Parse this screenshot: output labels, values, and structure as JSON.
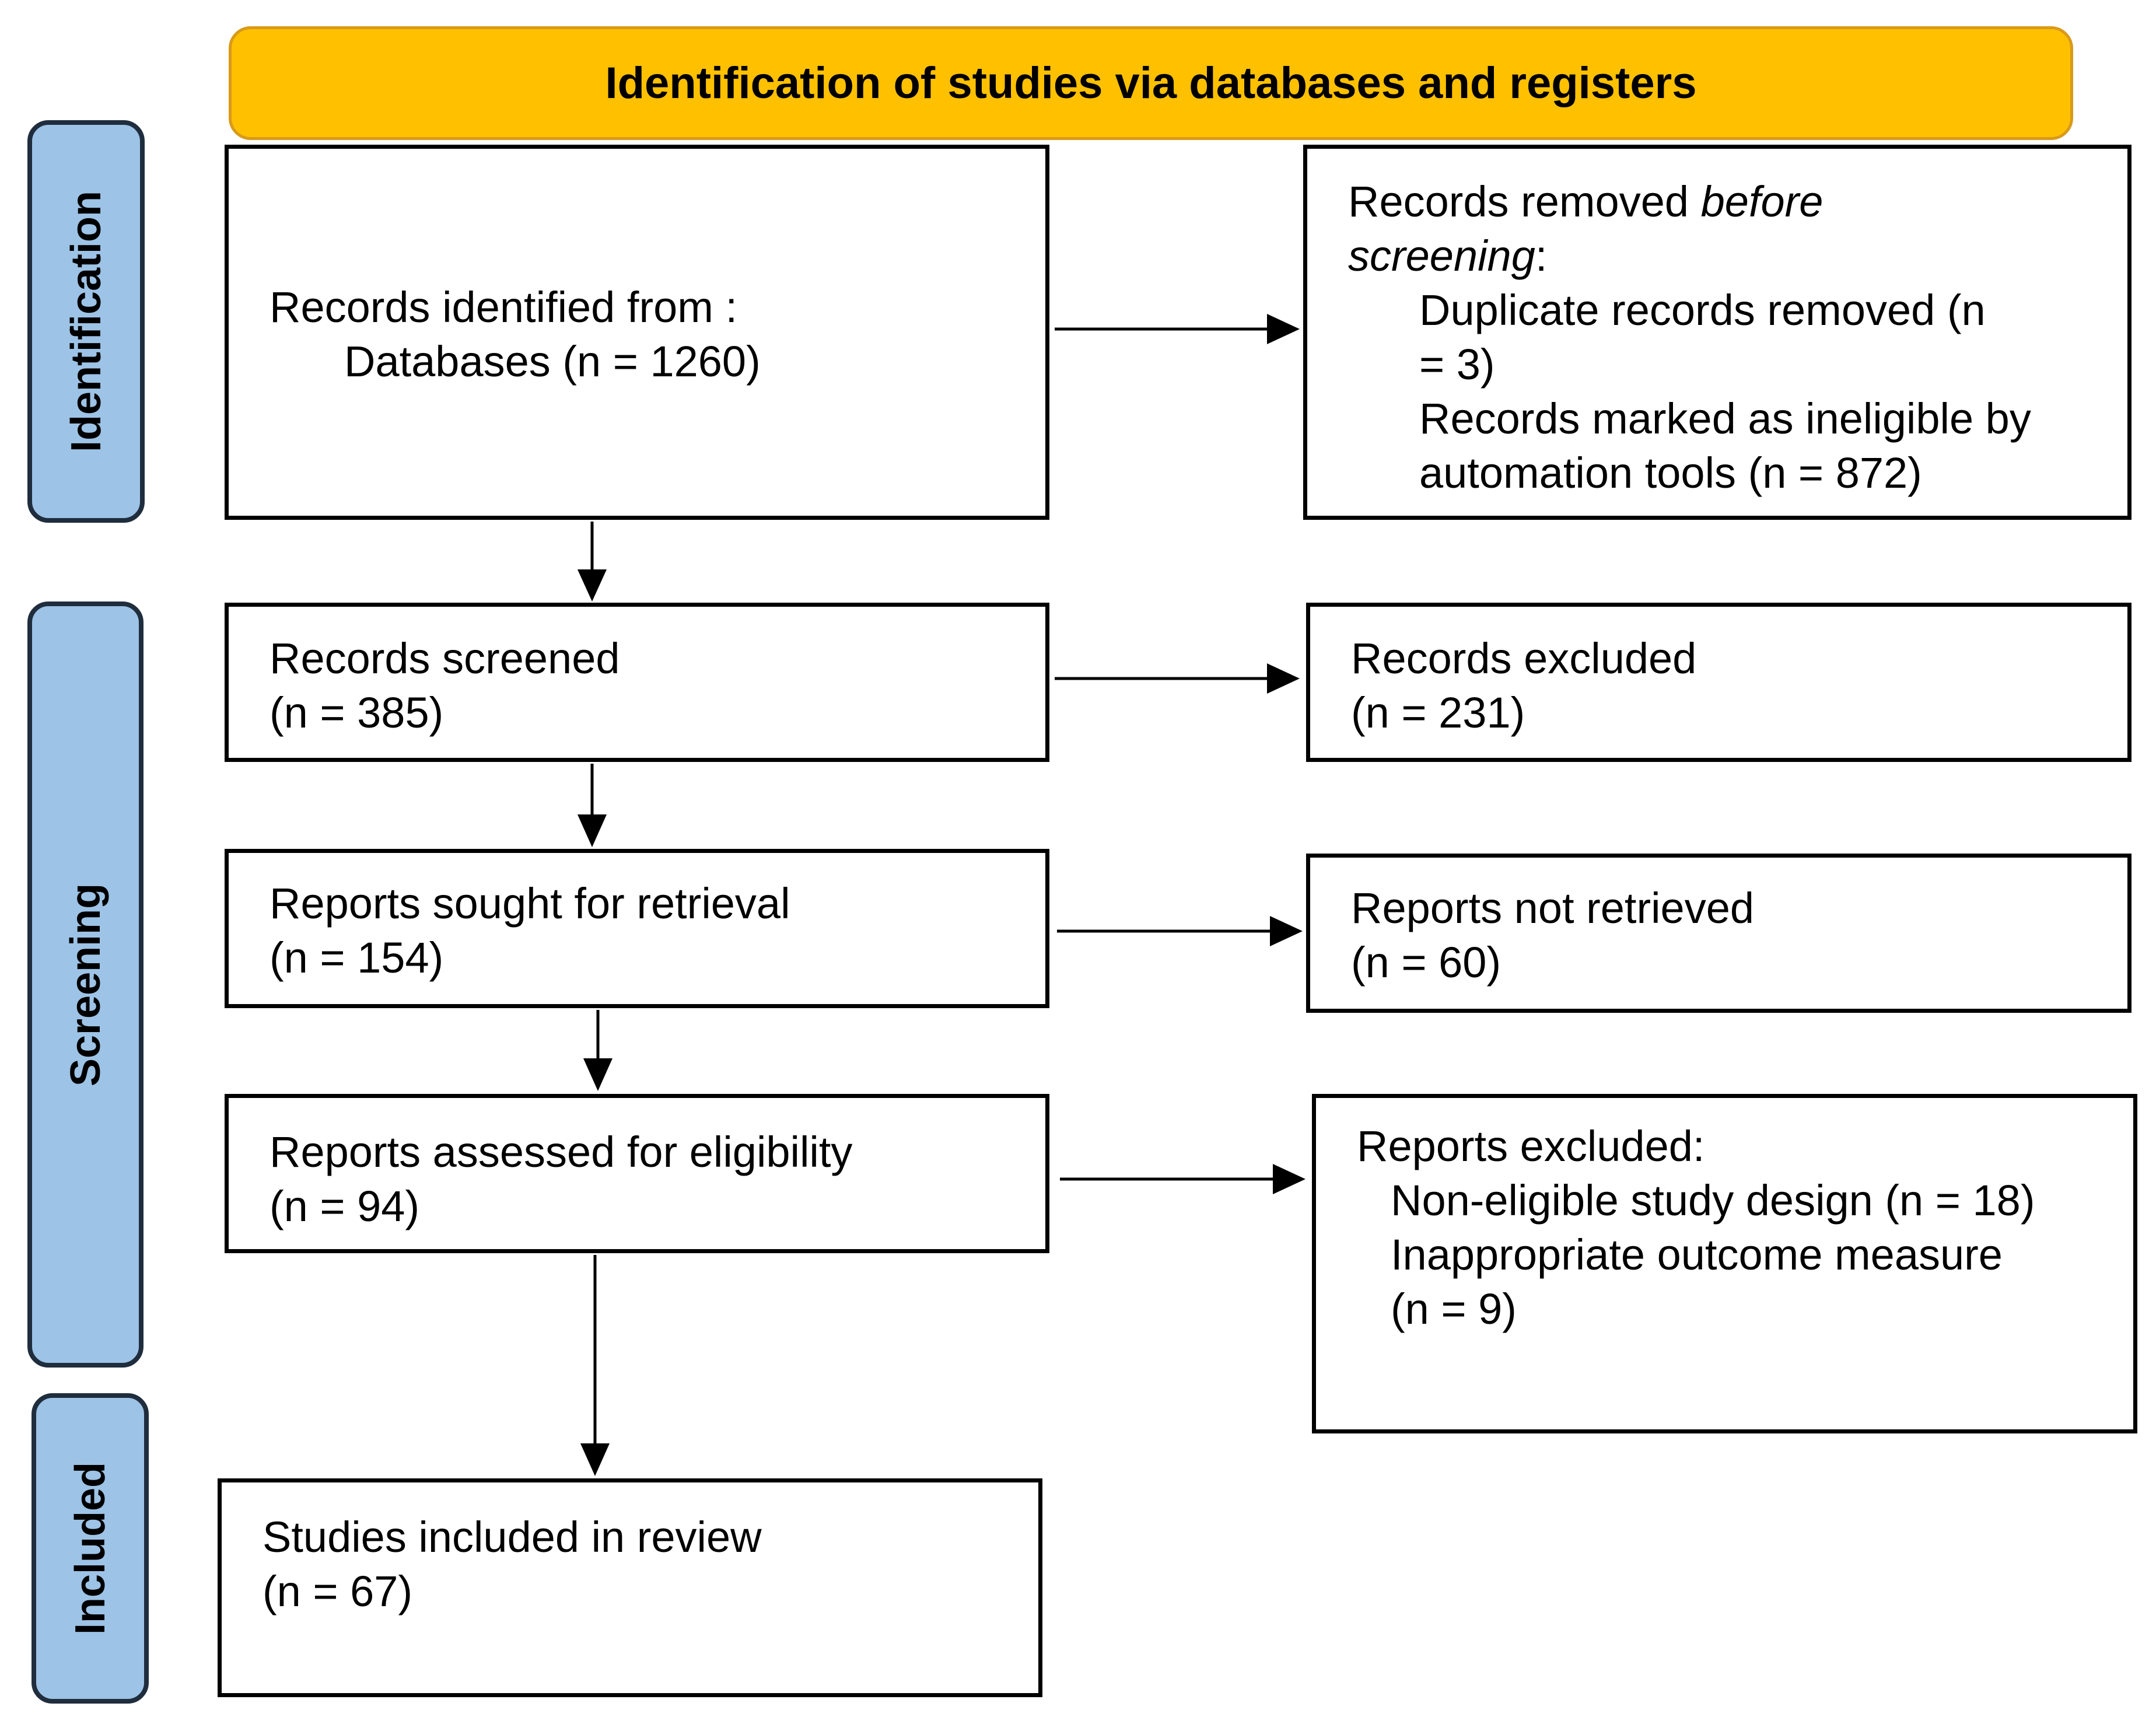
{
  "header": {
    "title": "Identification of studies via databases and registers"
  },
  "phases": {
    "identification": "Identification",
    "screening": "Screening",
    "included": "Included"
  },
  "boxes": {
    "records_identified": {
      "line1": "Records identified from :",
      "line2": "Databases (n = 1260)"
    },
    "records_removed": {
      "line1_prefix": "Records removed ",
      "line1_italic": "before",
      "line2_italic": "screening",
      "line2_suffix": ":",
      "duplicates_line1": "Duplicate records removed  (n",
      "duplicates_line2": "= 3)",
      "ineligible_line1": "Records marked as ineligible  by",
      "ineligible_line2": "automation tools (n = 872)"
    },
    "records_screened": {
      "line1": "Records screened",
      "line2": "(n = 385)"
    },
    "records_excluded": {
      "line1": "Records excluded",
      "line2": "(n = 231)"
    },
    "reports_sought": {
      "line1": "Reports sought for retrieval",
      "line2": "(n = 154)"
    },
    "reports_not_retrieved": {
      "line1": "Reports not retrieved",
      "line2": "(n = 60)"
    },
    "reports_assessed": {
      "line1": "Reports assessed for eligibility",
      "line2": "(n = 94)"
    },
    "reports_excluded": {
      "line1": "Reports excluded:",
      "line2": "Non-eligible study design (n = 18)",
      "line3": "Inappropriate outcome measure",
      "line4": "(n = 9)"
    },
    "studies_included": {
      "line1": "Studies included in  review",
      "line2": "(n = 67)"
    }
  },
  "colors": {
    "header_fill": "#ffc000",
    "header_border": "#d99a1a",
    "phase_fill": "#9dc3e6",
    "phase_border": "#1f2d3d",
    "box_border": "#000000"
  }
}
